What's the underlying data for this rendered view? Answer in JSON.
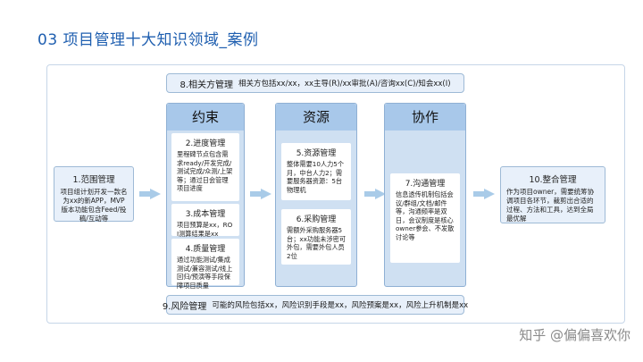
{
  "title": "03 项目管理十大知识领域_案例",
  "stakeholder": {
    "label": "8.相关方管理",
    "text": "相关方包括xx/xx，xx主导(R)/xx审批(A)/咨询xx(C)/知会xx(I)"
  },
  "risk": {
    "label": "9.风险管理",
    "text": "可能的风险包括xx，风险识别手段是xx，风险预案是xx，风险上升机制是xx"
  },
  "scope": {
    "title": "1.范围管理",
    "body": "项目组计划开发一款名为xx的新APP，MVP版本功能包含Feed/投稿/互动等"
  },
  "integration": {
    "title": "10.整合管理",
    "body": "作为项目owner，需要统筹协调项目各环节，裁剪出合适的过程、方法和工具，达到全局最优解"
  },
  "columns": {
    "constraint": {
      "header": "约束",
      "cards": [
        {
          "title": "2.进度管理",
          "body": "里程碑节点包含需求ready/开发完成/测试完成/众测/上架等；通过日会管理项目进度"
        },
        {
          "title": "3.成本管理",
          "body": "项目预算是xx，ROI测算结果是xx"
        },
        {
          "title": "4.质量管理",
          "body": "通过功能测试/集成测试/兼容测试/线上回归/预演等手段保障项目质量"
        }
      ]
    },
    "resource": {
      "header": "资源",
      "cards": [
        {
          "title": "5.资源管理",
          "body": "整体需要10人力5个月，中台人力2；需要服务器资源：5台物理机"
        },
        {
          "title": "6.采购管理",
          "body": "需额外采购服务器5台；xx功能未涉密可外包，需要外包人员2位"
        }
      ]
    },
    "collaboration": {
      "header": "协作",
      "cards": [
        {
          "title": "7.沟通管理",
          "body": "信息透传机制包括会议/群组/文档/邮件等，沟通频率是双日，会议制度是核心owner参会、不发散讨论等"
        }
      ]
    }
  },
  "watermark": "知乎 @偏偏喜欢你"
}
